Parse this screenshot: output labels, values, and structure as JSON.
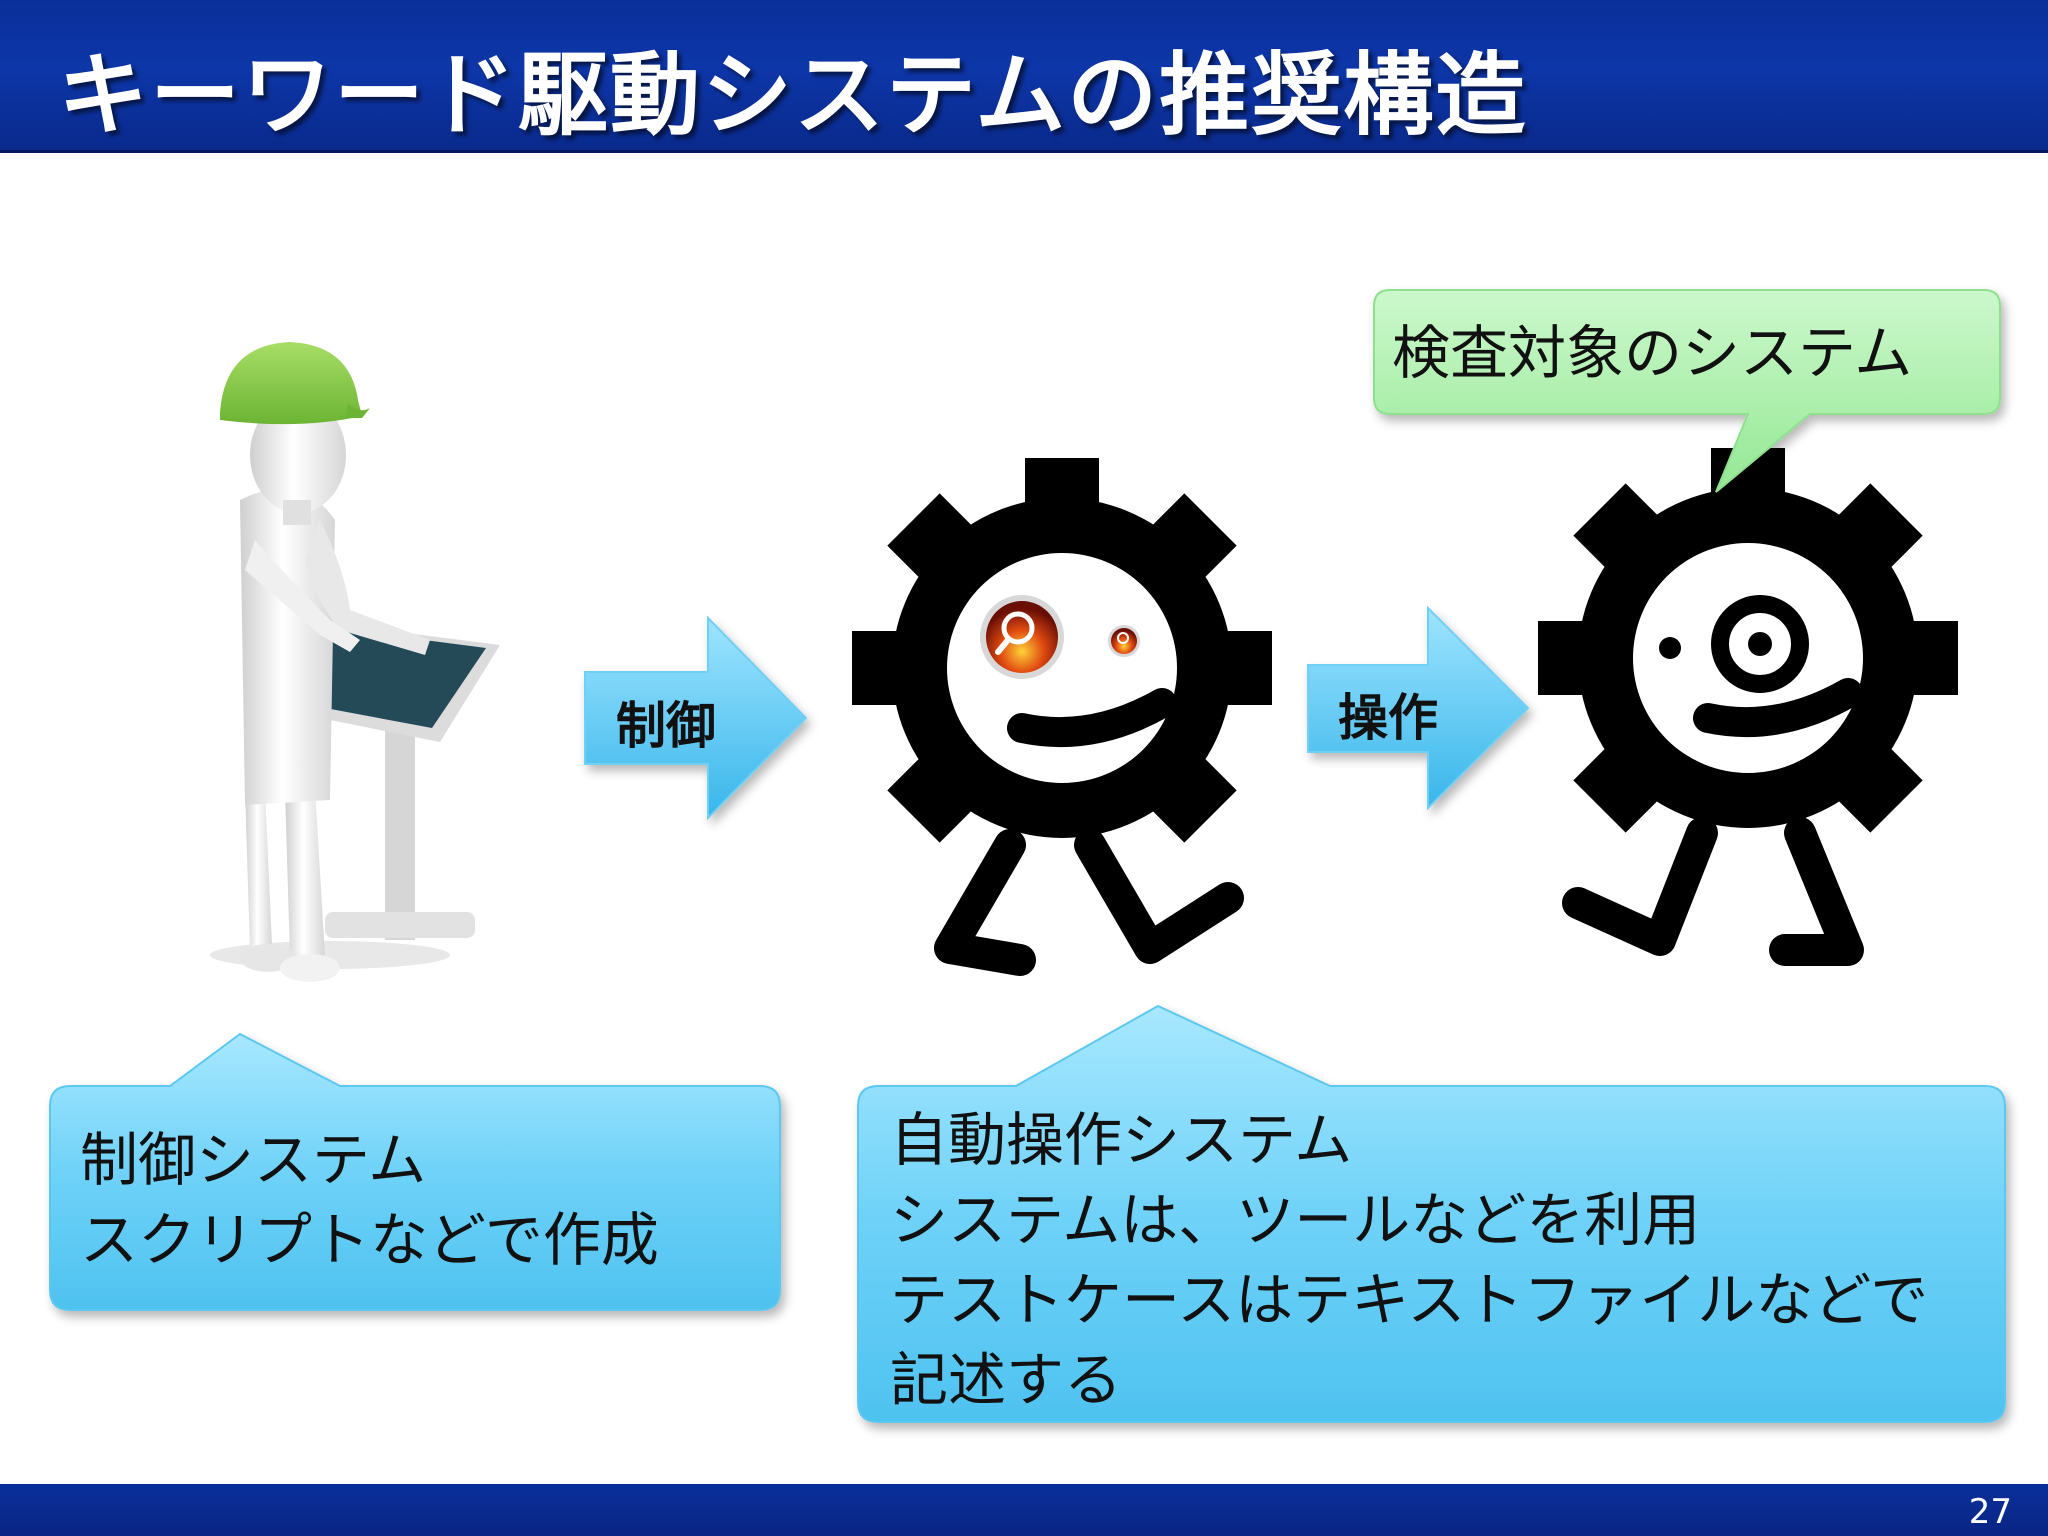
{
  "slide": {
    "title": "キーワード駆動システムの推奨構造",
    "page_number": "27"
  },
  "arrows": {
    "control_label": "制御",
    "operate_label": "操作"
  },
  "callouts": {
    "target_system": "検査対象のシステム",
    "control_system": {
      "lines": [
        "制御システム",
        "スクリプトなどで作成"
      ]
    },
    "automation_system": {
      "lines": [
        "自動操作システム",
        "システムは、ツールなどを利用",
        "テストケースはテキストファイルなどで",
        "記述する"
      ]
    }
  },
  "colors": {
    "title_bar": "#0d36a8",
    "callout_blue": "#72d4f8",
    "callout_green": "#a6f0a6",
    "arrow_blue": "#4cc4f0"
  }
}
